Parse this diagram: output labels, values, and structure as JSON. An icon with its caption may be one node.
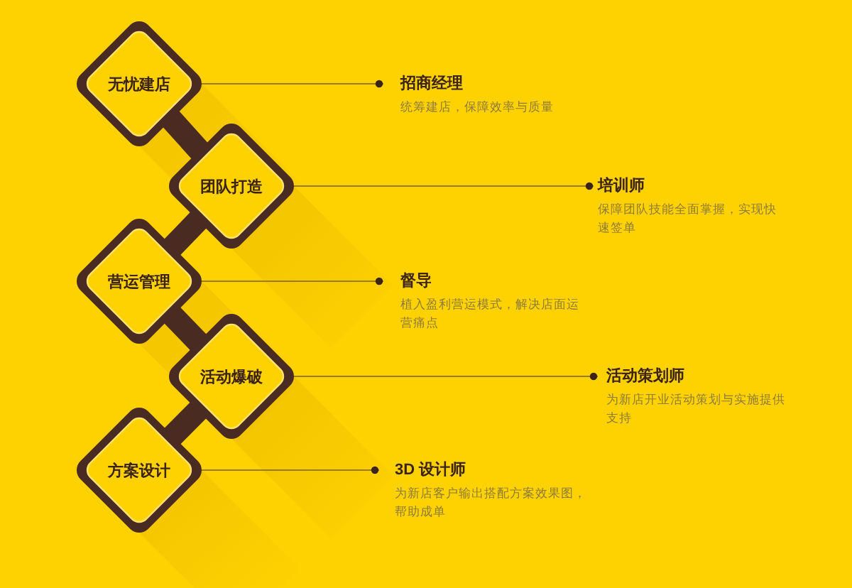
{
  "diagram": {
    "nodes": [
      {
        "text": [
          "无忧建店"
        ]
      },
      {
        "text": [
          "团队打造"
        ]
      },
      {
        "text": [
          "营运管理"
        ]
      },
      {
        "text": [
          "活动爆破"
        ]
      },
      {
        "text": [
          "方案设计"
        ]
      },
      {
        "text": [
          "招商经理",
          "统筹建店，保障效率与质量"
        ]
      },
      {
        "text": [
          "培训师",
          "保障团队技能全面掌握，实现快速签单"
        ]
      },
      {
        "text": [
          "督导",
          "植入盈利营运模式，解决店面运营痛点"
        ]
      },
      {
        "text": [
          "活动策划师",
          "为新店开业活动策划与实施提供支持"
        ]
      },
      {
        "text": [
          "3D 设计师",
          "为新店客户输出搭配方案效果图，帮助成单"
        ]
      }
    ],
    "edges": [
      {
        "from": 0,
        "to": 5,
        "arrow": "other"
      },
      {
        "from": 1,
        "to": 6,
        "arrow": "other"
      },
      {
        "from": 2,
        "to": 7,
        "arrow": "other"
      },
      {
        "from": 3,
        "to": 8,
        "arrow": "other"
      },
      {
        "from": 4,
        "to": 9,
        "arrow": "other"
      },
      {
        "from": 0,
        "to": 1,
        "arrow": "none",
        "style": "thick",
        "color": "#4a2b21"
      },
      {
        "from": 1,
        "to": 2,
        "arrow": "none",
        "style": "thick",
        "color": "#4a2b21"
      },
      {
        "from": 2,
        "to": 3,
        "arrow": "none",
        "style": "thick",
        "color": "#4a2b21"
      },
      {
        "from": 3,
        "to": 4,
        "arrow": "none",
        "style": "thick",
        "color": "#4a2b21"
      }
    ]
  }
}
